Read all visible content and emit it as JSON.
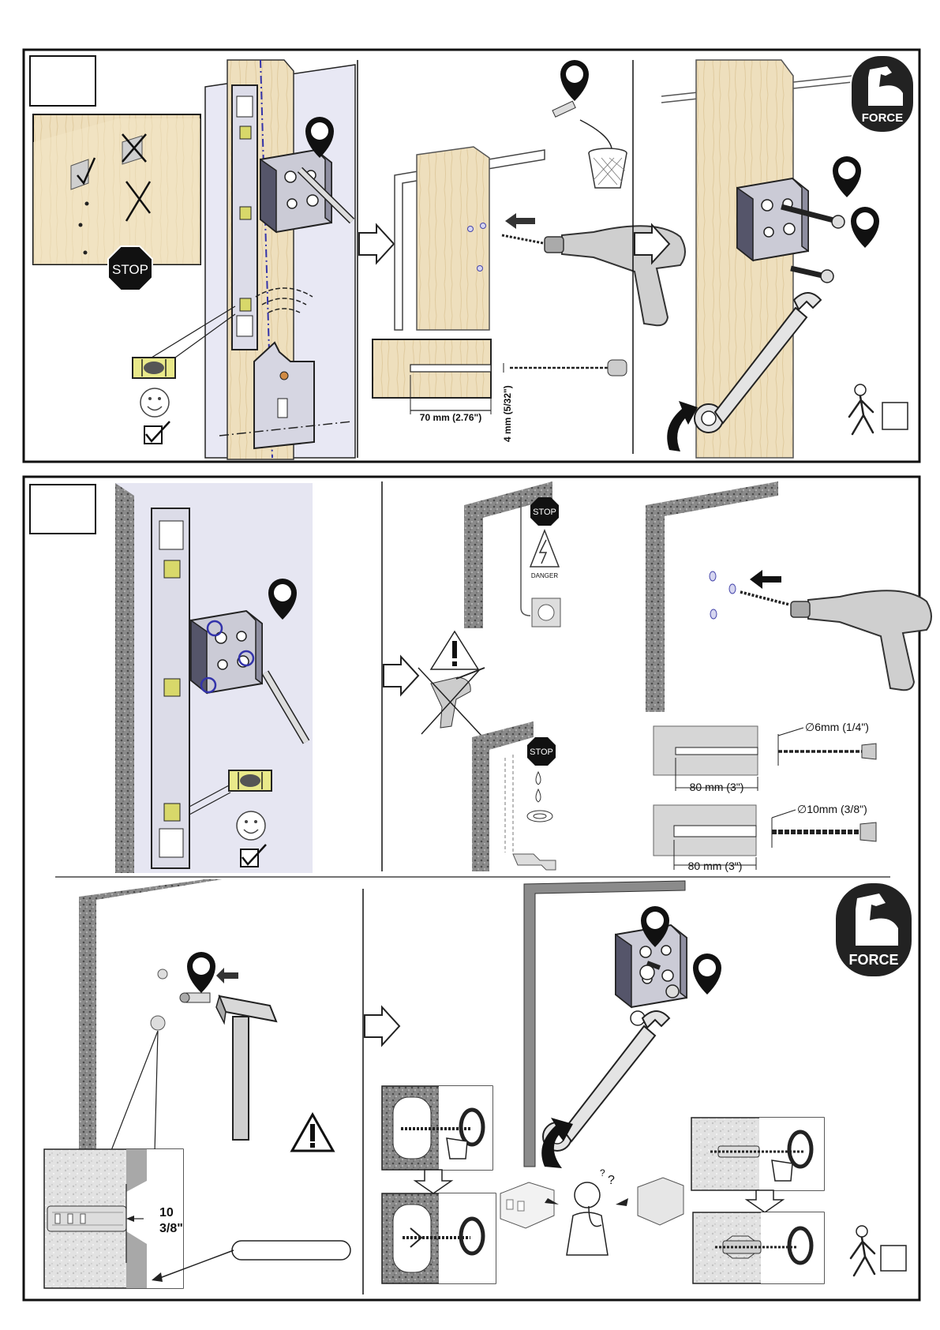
{
  "step1": {
    "stop": "STOP",
    "force": "FORCE",
    "cut_length": "70 mm (2.76\")",
    "drill_diameter": "4 mm (5/32\")"
  },
  "step2": {
    "stop_top": "STOP",
    "danger": "DANGER",
    "stop_bottom": "STOP",
    "bit_small": "∅6mm (1/4\")",
    "depth_small": "80  mm (3\")",
    "bit_large": "∅10mm (3/8\")",
    "depth_large": "80  mm (3\")",
    "force": "FORCE",
    "anchor_depth_line1": "10",
    "anchor_depth_line2": "3/8\""
  },
  "colors": {
    "wood": "#eedfbd",
    "level": "#dcdce8",
    "bubble": "#d8d86a",
    "bracket": "#c9c9d4",
    "wall": "#e6e6f2",
    "concrete": "#7b7b7b",
    "drill": "#c6c6c6"
  }
}
